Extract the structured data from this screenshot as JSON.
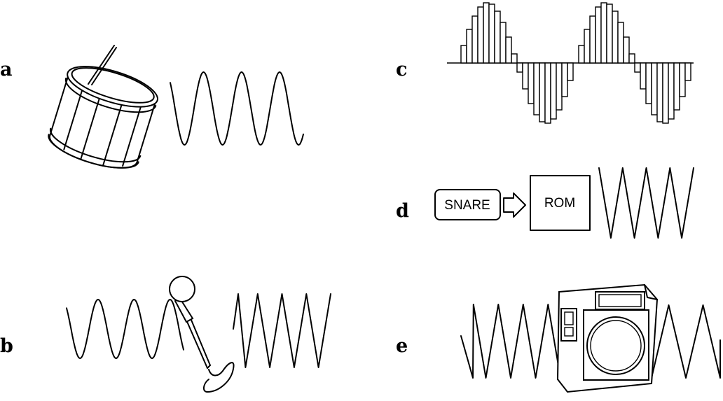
{
  "panels": {
    "a": {
      "label": "a"
    },
    "b": {
      "label": "b"
    },
    "c": {
      "label": "c"
    },
    "d": {
      "label": "d",
      "source_box": "SNARE",
      "rom_box": "ROM"
    },
    "e": {
      "label": "e"
    }
  },
  "icons": [
    "snare-drum-icon",
    "microphone-icon",
    "arrow-right-icon",
    "speaker-cabinet-icon"
  ]
}
